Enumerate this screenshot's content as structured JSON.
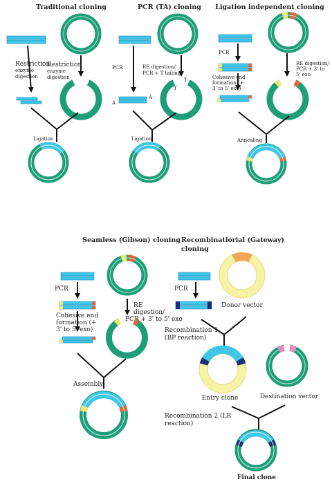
{
  "panels": {
    "traditional": {
      "title": "Traditional cloning",
      "restriction_left": [
        "Restriction",
        "enzyme",
        "digestion"
      ],
      "restriction_right": [
        "Restriction",
        "enzyme",
        "digestion"
      ],
      "ligation": "Ligation"
    },
    "pcr_ta": {
      "title": "PCR (TA) cloning",
      "pcr": "PCR",
      "re_digestion": [
        "RE digestion/",
        "PCR + T tailing"
      ],
      "overhang_a": "A",
      "overhang_t": "T",
      "ligation": "Ligation"
    },
    "lic": {
      "title": "Ligation independent cloning",
      "pcr": "PCR",
      "re_digestion": [
        "RE digestion/",
        "PCR + 3' to",
        "5' exo"
      ],
      "cohesive": [
        "Cohesive end",
        "formation (+",
        "3' to 5' exo)"
      ],
      "annealing": "Annealing"
    },
    "gibson": {
      "title": "Seamless (Gibson) cloning",
      "pcr": "PCR",
      "re_digestion": [
        "RE",
        "digestion/",
        "PCR + 3' to 5' exo"
      ],
      "cohesive": [
        "Cohesive end",
        "formation (+",
        "3' to 5' exo)"
      ],
      "assembly": "Assembly"
    },
    "gateway": {
      "title": [
        "Recombinatiorial (Gateway)",
        "cloning"
      ],
      "pcr": "PCR",
      "donor_vector": "Donor vector",
      "recombination1": [
        "Recombination 1",
        "(BP reaction)"
      ],
      "entry_clone": "Entry clone",
      "destination_vector": "Destination vector",
      "recombination2": [
        "Recombination 2 (LR",
        "reaction)"
      ],
      "final_clone": "Final clone"
    }
  },
  "colors": {
    "vector_green": "#1e9e78",
    "insert_cyan": "#3fc6ea",
    "insert_stroke": "#1d88b4",
    "end_yellow": "#f4e970",
    "end_orange": "#e0673b",
    "donor_yellow": "#f6f2a6",
    "gateway_navy": "#1d2f74",
    "gateway_pink": "#e88bbd",
    "arrow": "#111111"
  }
}
